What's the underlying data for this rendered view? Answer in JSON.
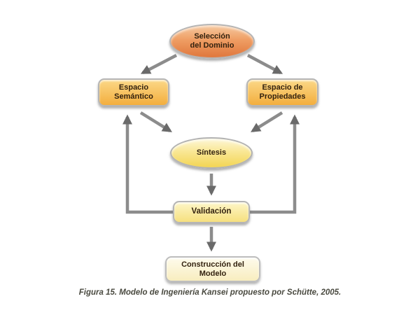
{
  "figure": {
    "caption": "Figura 15. Modelo de Ingeniería Kansei propuesto por Schütte, 2005."
  },
  "nodes": {
    "seleccion": {
      "label": "Selección\ndel Dominio",
      "shape": "ellipse",
      "fill_top": "#f6c9a0",
      "fill_bottom": "#e0773c"
    },
    "semantico": {
      "label": "Espacio\nSemántico",
      "shape": "rounded-rect",
      "fill_top": "#fbd887",
      "fill_bottom": "#f3ae3e"
    },
    "propiedades": {
      "label": "Espacio de\nPropiedades",
      "shape": "rounded-rect",
      "fill_top": "#fbd887",
      "fill_bottom": "#f3ae3e"
    },
    "sintesis": {
      "label": "Síntesis",
      "shape": "ellipse",
      "fill_top": "#fdf7d8",
      "fill_bottom": "#f3d553"
    },
    "validacion": {
      "label": "Validación",
      "shape": "rounded-rect",
      "fill_top": "#fdf6c8",
      "fill_bottom": "#f6e07e"
    },
    "construccion": {
      "label": "Construcción del\nModelo",
      "shape": "rounded-rect",
      "fill_top": "#fefbec",
      "fill_bottom": "#f8edbf"
    }
  },
  "edges": [
    {
      "from": "seleccion",
      "to": "semantico"
    },
    {
      "from": "seleccion",
      "to": "propiedades"
    },
    {
      "from": "semantico",
      "to": "sintesis"
    },
    {
      "from": "propiedades",
      "to": "sintesis"
    },
    {
      "from": "sintesis",
      "to": "validacion"
    },
    {
      "from": "validacion",
      "to": "semantico",
      "type": "feedback"
    },
    {
      "from": "validacion",
      "to": "propiedades",
      "type": "feedback"
    },
    {
      "from": "validacion",
      "to": "construccion"
    }
  ],
  "colors": {
    "arrow_shaft": "#8c8c8c",
    "arrow_head": "#6a6a6a",
    "node_border": "#b5b5b5",
    "node_text": "#33220f",
    "caption_text": "#4a4a40",
    "background": "#ffffff"
  }
}
